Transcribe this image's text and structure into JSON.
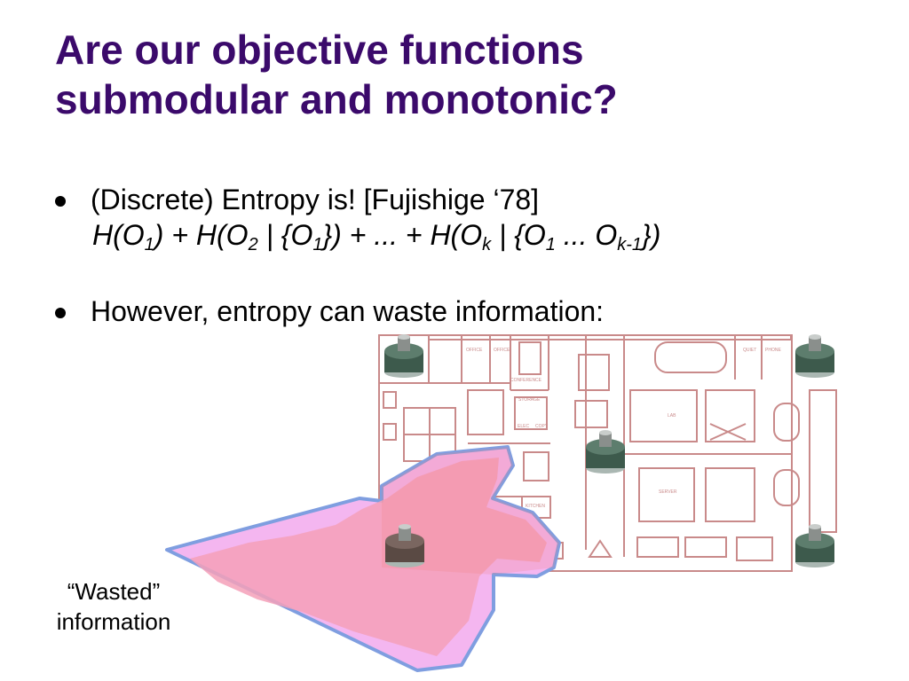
{
  "slide": {
    "title_line1": "Are our objective functions",
    "title_line2": "submodular and monotonic?",
    "bullets": [
      {
        "text": "(Discrete) Entropy is! [Fujishige ‘78]"
      },
      {
        "text": "However, entropy can waste information:"
      }
    ],
    "formula": {
      "t1": "H(O",
      "s1": "1",
      "t2": ")  + H(O",
      "s2": "2",
      "t3": " | {O",
      "s3": "1",
      "t4": "})  + ... + H(O",
      "s4": "k",
      "t5": " | {O",
      "s5": "1",
      "t6": " ... O",
      "s6": "k-1",
      "t7": "})"
    },
    "caption_line1": "“Wasted”",
    "caption_line2": "information"
  },
  "floorplan": {
    "room_labels": [
      "OFFICE",
      "OFFICE",
      "CONFERENCE",
      "STORAGE",
      "ELEC",
      "COPY",
      "LAB",
      "QUIET",
      "PHONE",
      "SERVER",
      "KITCHEN"
    ]
  },
  "colors": {
    "title": "#3b0a6b",
    "floorplan_lines": "#c98a8a",
    "region_fill": "#f4b6f0",
    "region_inner": "#f5a0b8",
    "region_border": "#7f9ee0",
    "sensor_body": "#3d5a4c"
  }
}
